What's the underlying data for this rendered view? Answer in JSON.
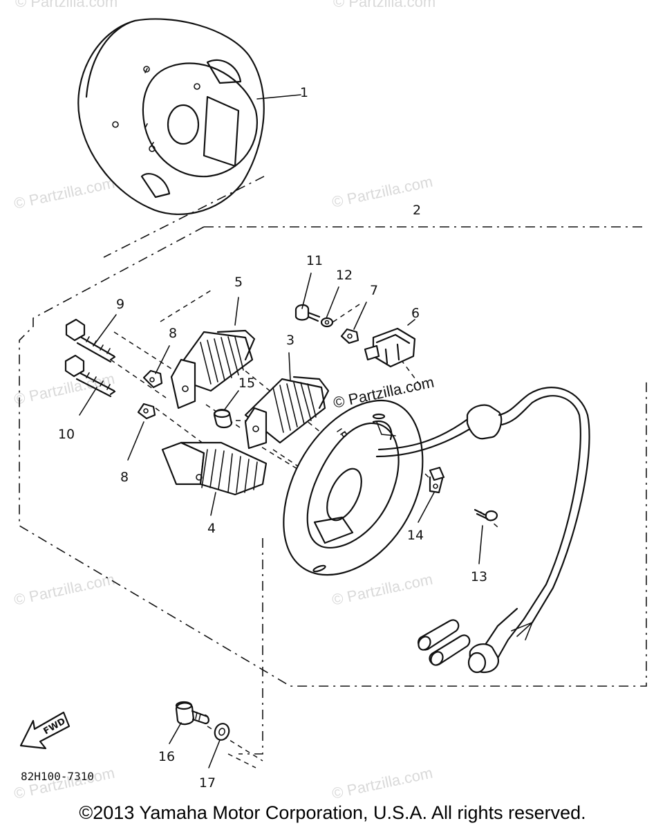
{
  "watermark": "© Partzilla.com",
  "callouts": {
    "c1": "1",
    "c2": "2",
    "c3": "3",
    "c4": "4",
    "c5": "5",
    "c6": "6",
    "c7": "7",
    "c8a": "8",
    "c8b": "8",
    "c9": "9",
    "c10": "10",
    "c11": "11",
    "c12": "12",
    "c13": "13",
    "c14": "14",
    "c15": "15",
    "c16": "16",
    "c17": "17"
  },
  "fwd_label": "FWD",
  "diagram_code": "82H100-7310",
  "copyright": "©2013 Yamaha Motor Corporation, U.S.A. All rights reserved."
}
